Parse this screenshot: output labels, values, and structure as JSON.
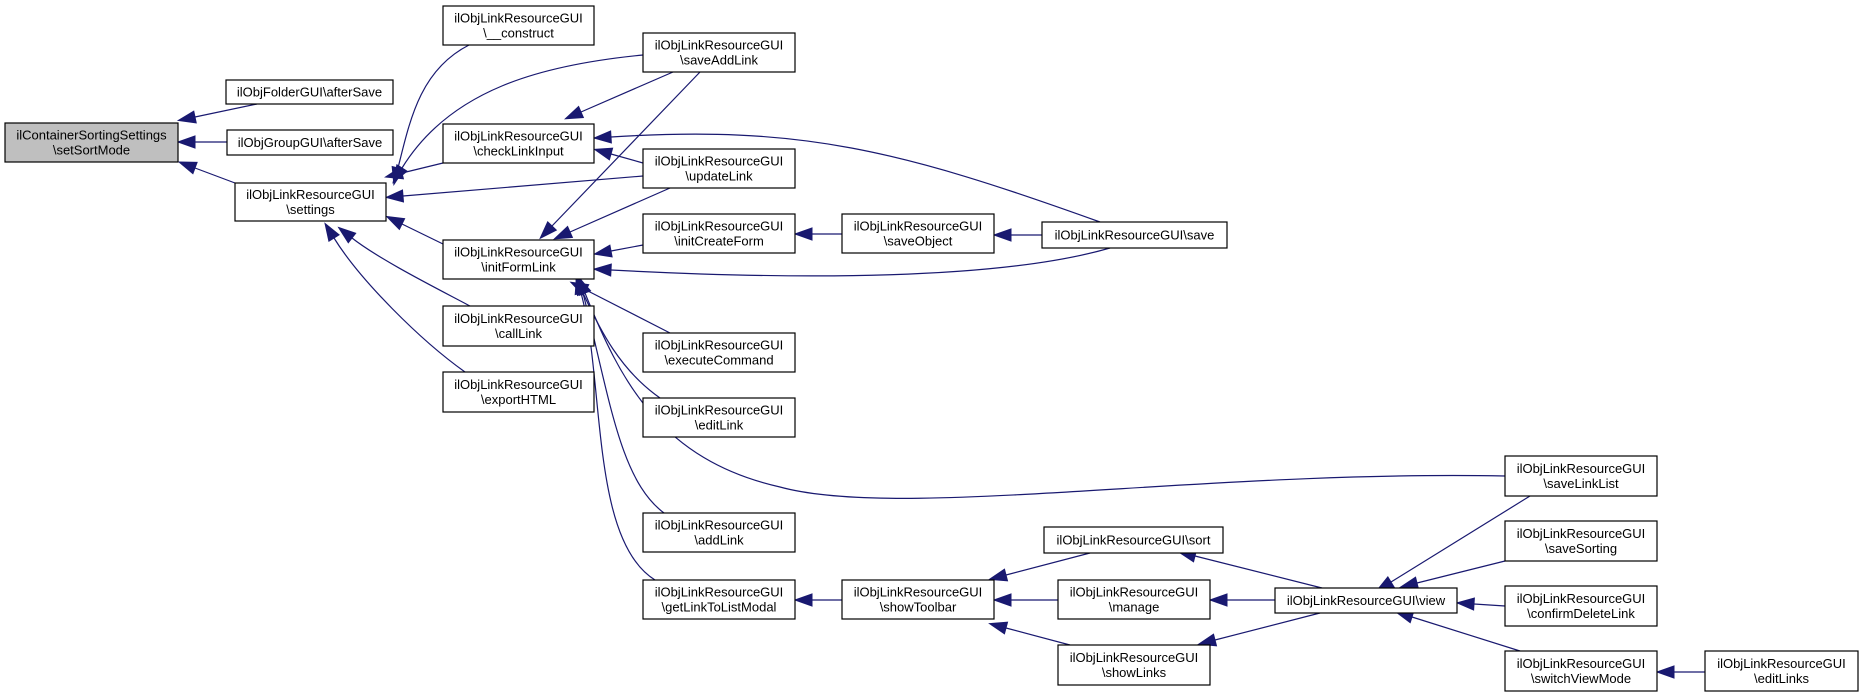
{
  "diagram": {
    "type": "call-graph",
    "colors": {
      "edge": "#191970",
      "root_fill": "#bfbfbf",
      "node_fill": "#ffffff",
      "border": "#000000"
    },
    "nodes": [
      {
        "id": "root",
        "lines": [
          "ilContainerSortingSettings",
          "\\setSortMode"
        ],
        "root": true
      },
      {
        "id": "folderAfterSave",
        "lines": [
          "ilObjFolderGUI\\afterSave"
        ]
      },
      {
        "id": "groupAfterSave",
        "lines": [
          "ilObjGroupGUI\\afterSave"
        ]
      },
      {
        "id": "settings",
        "lines": [
          "ilObjLinkResourceGUI",
          "\\settings"
        ]
      },
      {
        "id": "construct",
        "lines": [
          "ilObjLinkResourceGUI",
          "\\__construct"
        ]
      },
      {
        "id": "checkLinkInput",
        "lines": [
          "ilObjLinkResourceGUI",
          "\\checkLinkInput"
        ]
      },
      {
        "id": "initFormLink",
        "lines": [
          "ilObjLinkResourceGUI",
          "\\initFormLink"
        ]
      },
      {
        "id": "callLink",
        "lines": [
          "ilObjLinkResourceGUI",
          "\\callLink"
        ]
      },
      {
        "id": "exportHTML",
        "lines": [
          "ilObjLinkResourceGUI",
          "\\exportHTML"
        ]
      },
      {
        "id": "saveAddLink",
        "lines": [
          "ilObjLinkResourceGUI",
          "\\saveAddLink"
        ]
      },
      {
        "id": "updateLink",
        "lines": [
          "ilObjLinkResourceGUI",
          "\\updateLink"
        ]
      },
      {
        "id": "initCreateForm",
        "lines": [
          "ilObjLinkResourceGUI",
          "\\initCreateForm"
        ]
      },
      {
        "id": "executeCommand",
        "lines": [
          "ilObjLinkResourceGUI",
          "\\executeCommand"
        ]
      },
      {
        "id": "editLink",
        "lines": [
          "ilObjLinkResourceGUI",
          "\\editLink"
        ]
      },
      {
        "id": "addLink",
        "lines": [
          "ilObjLinkResourceGUI",
          "\\addLink"
        ]
      },
      {
        "id": "getLinkToListModal",
        "lines": [
          "ilObjLinkResourceGUI",
          "\\getLinkToListModal"
        ]
      },
      {
        "id": "showToolbar",
        "lines": [
          "ilObjLinkResourceGUI",
          "\\showToolbar"
        ]
      },
      {
        "id": "saveObject",
        "lines": [
          "ilObjLinkResourceGUI",
          "\\saveObject"
        ]
      },
      {
        "id": "save",
        "lines": [
          "ilObjLinkResourceGUI\\save"
        ]
      },
      {
        "id": "sort",
        "lines": [
          "ilObjLinkResourceGUI\\sort"
        ]
      },
      {
        "id": "manage",
        "lines": [
          "ilObjLinkResourceGUI",
          "\\manage"
        ]
      },
      {
        "id": "showLinks",
        "lines": [
          "ilObjLinkResourceGUI",
          "\\showLinks"
        ]
      },
      {
        "id": "view",
        "lines": [
          "ilObjLinkResourceGUI\\view"
        ]
      },
      {
        "id": "saveLinkList",
        "lines": [
          "ilObjLinkResourceGUI",
          "\\saveLinkList"
        ]
      },
      {
        "id": "saveSorting",
        "lines": [
          "ilObjLinkResourceGUI",
          "\\saveSorting"
        ]
      },
      {
        "id": "confirmDeleteLink",
        "lines": [
          "ilObjLinkResourceGUI",
          "\\confirmDeleteLink"
        ]
      },
      {
        "id": "switchViewMode",
        "lines": [
          "ilObjLinkResourceGUI",
          "\\switchViewMode"
        ]
      },
      {
        "id": "editLinks",
        "lines": [
          "ilObjLinkResourceGUI",
          "\\editLinks"
        ]
      }
    ],
    "edges": [
      {
        "from": "folderAfterSave",
        "to": "root"
      },
      {
        "from": "groupAfterSave",
        "to": "root"
      },
      {
        "from": "settings",
        "to": "root"
      },
      {
        "from": "construct",
        "to": "settings"
      },
      {
        "from": "saveAddLink",
        "to": "settings"
      },
      {
        "from": "checkLinkInput",
        "to": "settings"
      },
      {
        "from": "updateLink",
        "to": "settings"
      },
      {
        "from": "initFormLink",
        "to": "settings"
      },
      {
        "from": "callLink",
        "to": "settings"
      },
      {
        "from": "exportHTML",
        "to": "settings"
      },
      {
        "from": "saveAddLink",
        "to": "checkLinkInput"
      },
      {
        "from": "updateLink",
        "to": "checkLinkInput"
      },
      {
        "from": "save",
        "to": "checkLinkInput"
      },
      {
        "from": "saveAddLink",
        "to": "initFormLink"
      },
      {
        "from": "updateLink",
        "to": "initFormLink"
      },
      {
        "from": "initCreateForm",
        "to": "initFormLink"
      },
      {
        "from": "save",
        "to": "initFormLink"
      },
      {
        "from": "executeCommand",
        "to": "initFormLink"
      },
      {
        "from": "editLink",
        "to": "initFormLink"
      },
      {
        "from": "saveLinkList",
        "to": "initFormLink"
      },
      {
        "from": "addLink",
        "to": "initFormLink"
      },
      {
        "from": "getLinkToListModal",
        "to": "initFormLink"
      },
      {
        "from": "saveObject",
        "to": "initCreateForm"
      },
      {
        "from": "save",
        "to": "saveObject"
      },
      {
        "from": "showToolbar",
        "to": "getLinkToListModal"
      },
      {
        "from": "sort",
        "to": "showToolbar"
      },
      {
        "from": "manage",
        "to": "showToolbar"
      },
      {
        "from": "showLinks",
        "to": "showToolbar"
      },
      {
        "from": "view",
        "to": "sort"
      },
      {
        "from": "view",
        "to": "manage"
      },
      {
        "from": "view",
        "to": "showLinks"
      },
      {
        "from": "saveLinkList",
        "to": "view"
      },
      {
        "from": "saveSorting",
        "to": "view"
      },
      {
        "from": "confirmDeleteLink",
        "to": "view"
      },
      {
        "from": "switchViewMode",
        "to": "view"
      },
      {
        "from": "editLinks",
        "to": "switchViewMode"
      }
    ]
  }
}
